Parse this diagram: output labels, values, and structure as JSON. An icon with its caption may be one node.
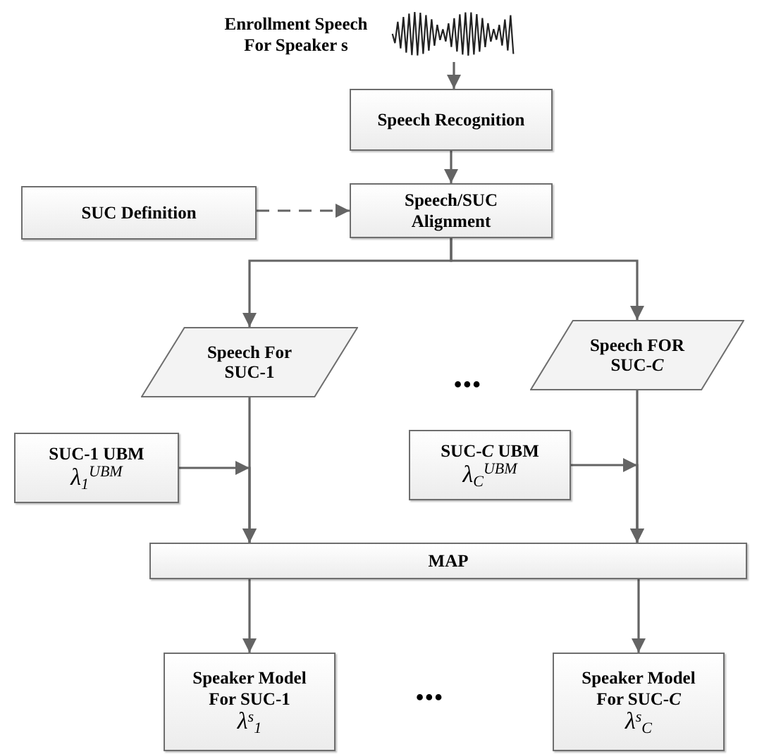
{
  "diagram": {
    "nodes": [
      {
        "text": [],
        "shape": "picture",
        "beside": [
          "Enrollment Speech For Speaker s"
        ]
      },
      {
        "text": [
          "Speech Recognition"
        ]
      },
      {
        "text": [
          "SUC Definition"
        ]
      },
      {
        "text": [
          "Speech/SUC Alignment"
        ]
      },
      {
        "text": [
          "Speech For SUC-1"
        ]
      },
      {
        "text": [
          "Speech FOR SUC-*C*"
        ]
      },
      {
        "text": [
          "SUC-1 UBM",
          "λ$_{1}$$^{UBM}$"
        ]
      },
      {
        "text": [
          "SUC-*C* UBM",
          "λ$_{C}$$^{UBM}$"
        ]
      },
      {
        "text": [
          "MAP"
        ]
      },
      {
        "text": [
          "Speaker Model For SUC-1",
          "λ$^{s}$$_{1}$"
        ]
      },
      {
        "text": [
          "Speaker Model For SUC-*C*",
          "λ$^{s}$$_{C}$"
        ]
      }
    ],
    "edges": [
      {
        "from": 0,
        "to": 1,
        "arrow": "to"
      },
      {
        "from": 1,
        "to": 3,
        "arrow": "to"
      },
      {
        "from": 2,
        "to": 3,
        "arrow": "to",
        "style": "dashed"
      },
      {
        "from": 3,
        "to": 4,
        "arrow": "to"
      },
      {
        "from": 3,
        "to": 5,
        "arrow": "to"
      },
      {
        "from": 4,
        "to": 8,
        "arrow": "to"
      },
      {
        "from": 6,
        "to": 8,
        "arrow": "to"
      },
      {
        "from": 5,
        "to": 8,
        "arrow": "to"
      },
      {
        "from": 7,
        "to": 8,
        "arrow": "to"
      },
      {
        "from": 8,
        "to": 9,
        "arrow": "to"
      },
      {
        "from": 8,
        "to": 10,
        "arrow": "to"
      }
    ],
    "labels": [
      "•••",
      "•••"
    ]
  }
}
